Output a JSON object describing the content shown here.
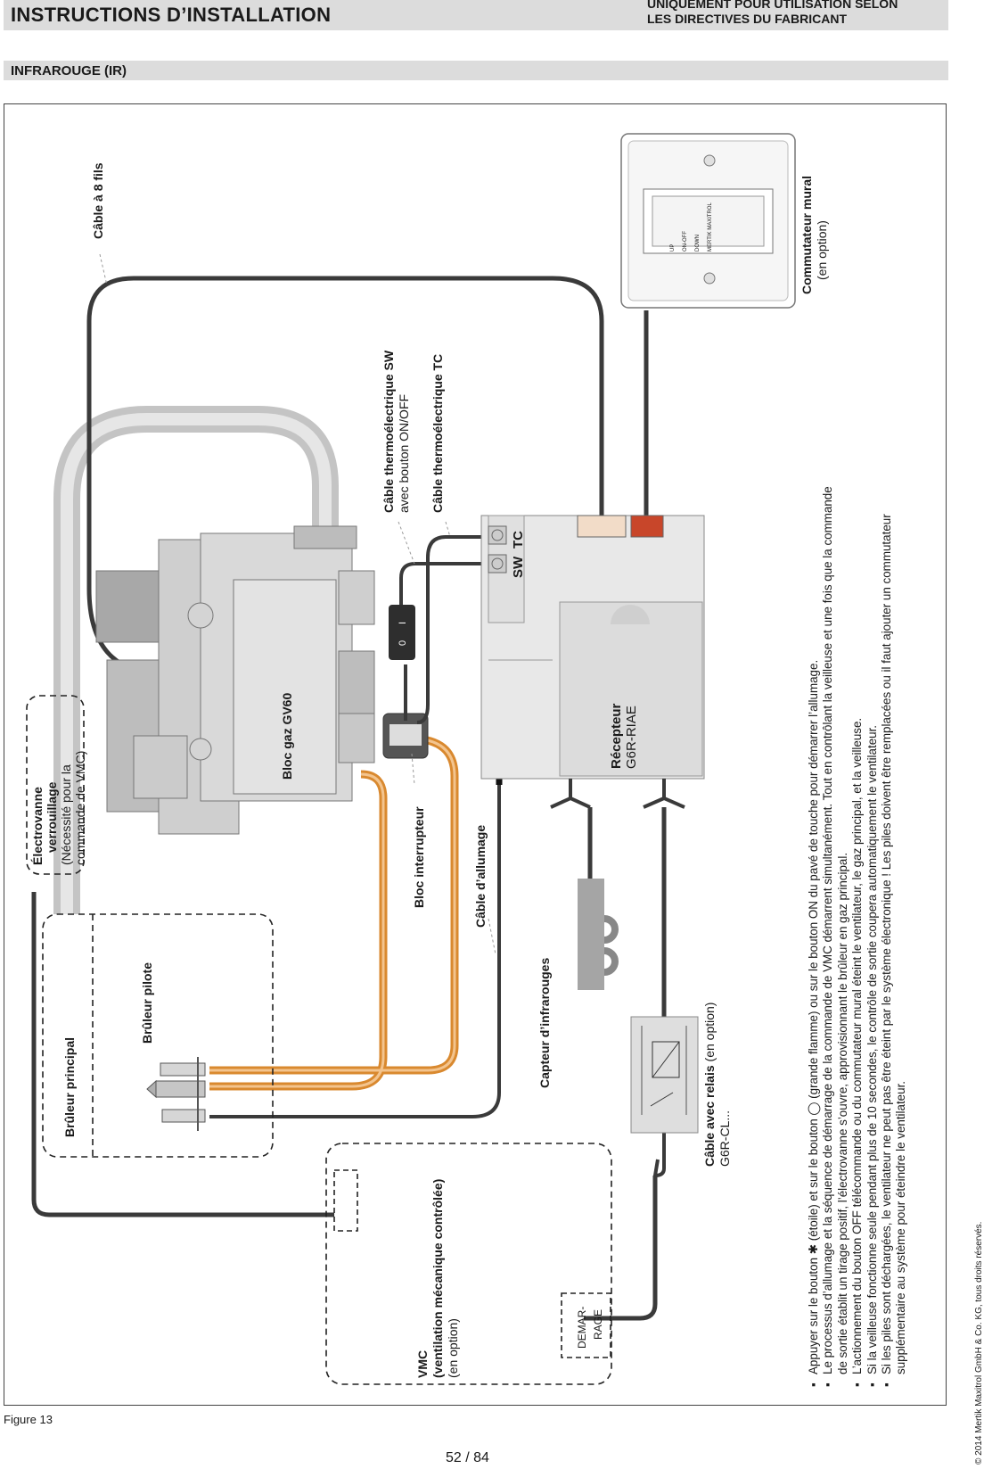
{
  "header": {
    "title": "INSTRUCTIONS D’INSTALLATION",
    "right_line1": "UNIQUEMENT POUR UTILISATION SELON",
    "right_line2": "LES DIRECTIVES DU FABRICANT"
  },
  "section": {
    "title": "INFRAROUGE (IR)"
  },
  "labels": {
    "cable8": "Câble à 8 fils",
    "wall_switch_title": "Commutateur mural",
    "wall_switch_sub": "(en option)",
    "wall_switch_face": [
      "UP",
      "ON-OFF",
      "DOWN",
      "MERTIK MAXITROL"
    ],
    "sw_cable_title": "Câble thermoélectrique SW",
    "sw_cable_sub": "avec bouton ON/OFF",
    "tc_cable_title": "Câble thermoélectrique TC",
    "sw": "SW",
    "tc": "TC",
    "rocker_on": "I",
    "rocker_off": "0",
    "receiver_title": "Récepteur",
    "receiver_model": "G6R-RIAE",
    "valve_title": "Électrovanne",
    "valve_title2": "verrouillage",
    "valve_sub1": "(Nécessité pour la",
    "valve_sub2": "commande de VMC)",
    "gas_block": "Bloc gaz GV60",
    "interrupter": "Bloc interrupteur",
    "ignition_cable": "Câble d’allumage",
    "ir_sensor": "Capteur d’infrarouges",
    "relay_title": "Câble avec relais",
    "relay_opt": " (en option)",
    "relay_model": "G6R-CL...",
    "main_burner": "Brûleur principal",
    "pilot_burner": "Brûleur pilote",
    "vmc_title": "VMC",
    "vmc_sub": "(ventilation mécanique contrôlée)",
    "vmc_opt": "(en option)",
    "vmc_start1": "DEMAR-",
    "vmc_start2": "RAGE"
  },
  "notes": [
    {
      "a": "Appuyer sur le bouton",
      "icon1": "star-icon",
      "b": "(étoile) et sur le bouton",
      "icon2": "flame-icon",
      "c": "(grande flamme) ou sur le bouton ON du pavé de touche pour démarrer l’allumage."
    },
    {
      "a": "Le processus d’allumage et la séquence de démarrage de la commande de VMC démarrent simultanément. Tout en contrôlant la veilleuse et une fois que la commande de sortie établit un tirage positif, l’électrovanne s’ouvre, approvisionnant le brûleur en gaz principal."
    },
    {
      "a": "L’actionnement du bouton OFF télécommande ou du commutateur mural éteint le ventilateur, le gaz principal, et la veilleuse."
    },
    {
      "a": "Si la veilleuse fonctionne seule pendant plus de 10 secondes, le contrôle de sortie coupera automatiquement le ventilateur."
    },
    {
      "a": "Si les piles sont déchargées, le ventilateur ne peut pas être éteint par le système électronique ! Les piles doivent être remplacées ou il faut ajouter un commutateur supplémentaire au système pour éteindre le ventilateur."
    }
  ],
  "figure_label": "Figure 13",
  "page": "52 / 84",
  "copyright": "© 2014 Mertik Maxitrol GmbH & Co. KG, tous droits réservés.",
  "colors": {
    "header_bg": "#dcdcdc",
    "orange_tube": "#d9892f",
    "pipe_gray": "#c8c8c8",
    "cable": "#3a3a3a",
    "connector_red": "#c8462a"
  }
}
